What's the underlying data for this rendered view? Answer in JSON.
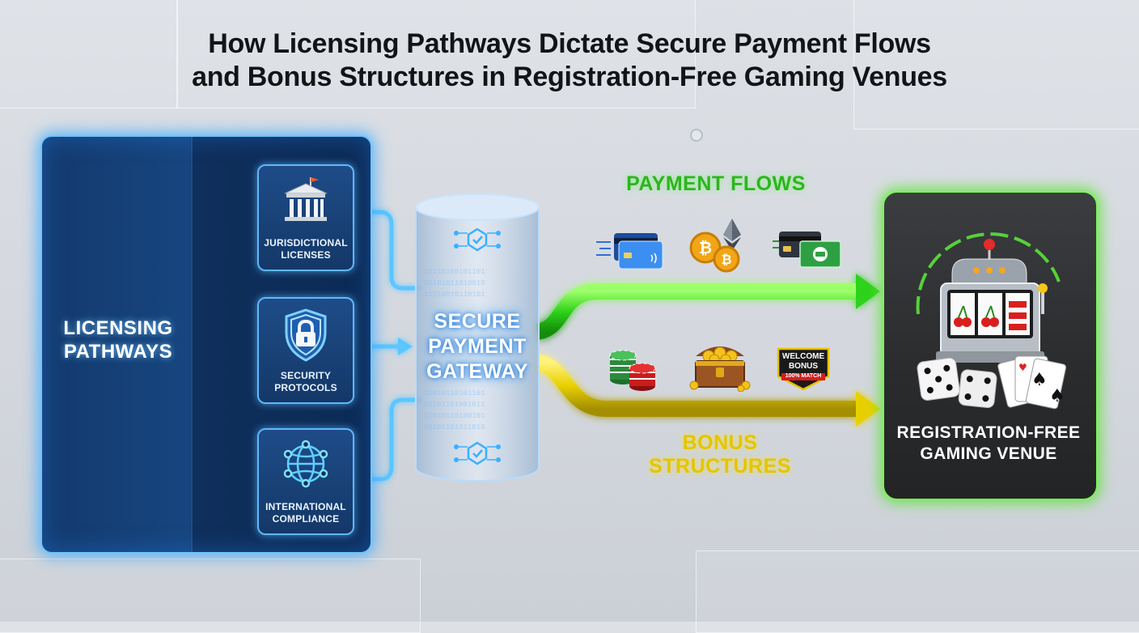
{
  "title": {
    "line1": "How Licensing Pathways Dictate Secure Payment Flows",
    "line2": "and Bonus Structures in Registration-Free Gaming Venues"
  },
  "licensing_panel": {
    "line1": "LICENSING",
    "line2": "PATHWAYS"
  },
  "cards": [
    {
      "line1": "JURISDICTIONAL",
      "line2": "LICENSES",
      "icon": "bank-building-icon"
    },
    {
      "line1": "SECURITY",
      "line2": "PROTOCOLS",
      "icon": "shield-lock-icon"
    },
    {
      "line1": "INTERNATIONAL",
      "line2": "COMPLIANCE",
      "icon": "globe-network-icon"
    }
  ],
  "gateway": {
    "line1": "SECURE",
    "line2": "PAYMENT",
    "line3": "GATEWAY"
  },
  "payment_flows": {
    "label": "PAYMENT FLOWS",
    "icons": [
      "credit-card-icon",
      "crypto-coins-icon",
      "cash-card-icon"
    ]
  },
  "bonus_structures": {
    "line1": "BONUS",
    "line2": "STRUCTURES",
    "icons": [
      "casino-chips-icon",
      "treasure-chest-icon",
      "welcome-bonus-badge-icon"
    ]
  },
  "welcome_badge": {
    "line1": "WELCOME",
    "line2": "BONUS",
    "line3": "100% MATCH"
  },
  "venue": {
    "line1": "REGISTRATION-FREE",
    "line2": "GAMING VENUE"
  },
  "colors": {
    "blue_glow": "#3aa8ff",
    "green_flow": "#2fd21a",
    "yellow_flow": "#e8d000",
    "venue_border": "#7cf25a"
  }
}
